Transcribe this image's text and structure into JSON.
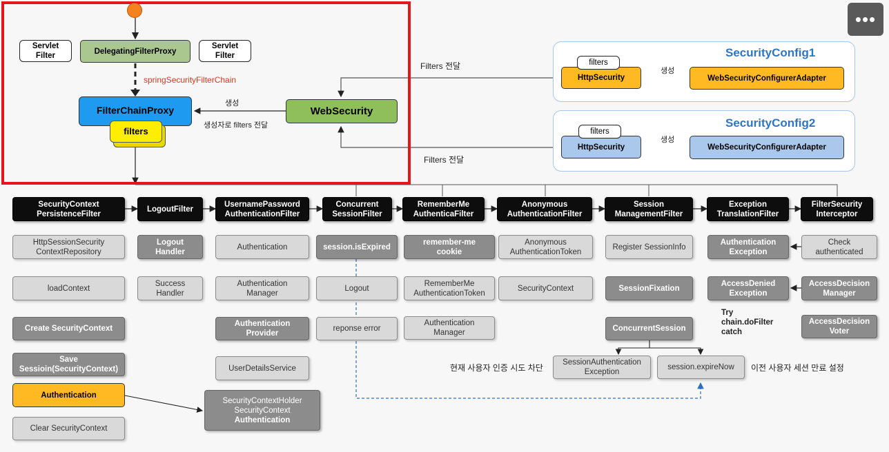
{
  "top": {
    "servlet_filter_left": "Servlet\nFilter",
    "delegating_proxy": "DelegatingFilterProxy",
    "servlet_filter_right": "Servlet\nFilter",
    "spring_chain_label": "springSecurityFilterChain",
    "filter_chain_proxy": "FilterChainProxy",
    "filters": "filters",
    "web_security": "WebSecurity",
    "create_label": "생성",
    "pass_filters_label": "생성자로 filters 전달"
  },
  "config1": {
    "title": "SecurityConfig1",
    "filters": "filters",
    "http_security": "HttpSecurity",
    "adapter": "WebSecurityConfigurerAdapter",
    "create_label": "생성",
    "pass_label": "Filters 전달"
  },
  "config2": {
    "title": "SecurityConfig2",
    "filters": "filters",
    "http_security": "HttpSecurity",
    "adapter": "WebSecurityConfigurerAdapter",
    "create_label": "생성",
    "pass_label": "Filters 전달"
  },
  "filters": [
    "SecurityContext\nPersistenceFilter",
    "LogoutFilter",
    "UsernamePassword\nAuthenticationFilter",
    "Concurrent\nSessionFilter",
    "RememberMe\nAuthenticaFilter",
    "Anonymous\nAuthenticationFilter",
    "Session\nManagementFilter",
    "Exception\nTranslationFilter",
    "FilterSecurity\nInterceptor"
  ],
  "col1": {
    "repo": "HttpSessionSecurity\nContextRepository",
    "load": "loadContext",
    "create": "Create SecurityContext",
    "save": "Save\nSessioin(SecurityContext)",
    "auth": "Authentication",
    "clear": "Clear SecurityContext"
  },
  "col2": {
    "logout_handler": "Logout\nHandler",
    "success_handler": "Success\nHandler"
  },
  "col3": {
    "authentication": "Authentication",
    "manager": "Authentication\nManager",
    "provider": "Authentication\nProvider",
    "user_details": "UserDetailsService",
    "holder": "SecurityContextHolder\nSecurityContext",
    "holder_auth": "Authentication"
  },
  "col4": {
    "expired": "session.isExpired",
    "logout": "Logout",
    "error": "reponse error"
  },
  "col5": {
    "cookie": "remember-me\ncookie",
    "token": "RememberMe\nAuthenticationToken",
    "manager": "Authentication\nManager"
  },
  "col6": {
    "token": "Anonymous\nAuthenticationToken",
    "context": "SecurityContext"
  },
  "col7": {
    "register": "Register SessionInfo",
    "fixation": "SessionFixation",
    "concurrent": "ConcurrentSession",
    "exception": "SessionAuthentication\nException",
    "expire_now": "session.expireNow",
    "block_label": "현재 사용자 인증 시도 차단",
    "expire_label": "이전 사용자 세션 만료 설정"
  },
  "col8": {
    "auth_exception": "Authentication\nException",
    "denied_exception": "AccessDenied\nException",
    "try_catch": "Try\nchain.doFilter\ncatch"
  },
  "col9": {
    "check": "Check\nauthenticated",
    "manager": "AccessDecision\nManager",
    "voter": "AccessDecision\nVoter"
  },
  "menu": "•••"
}
